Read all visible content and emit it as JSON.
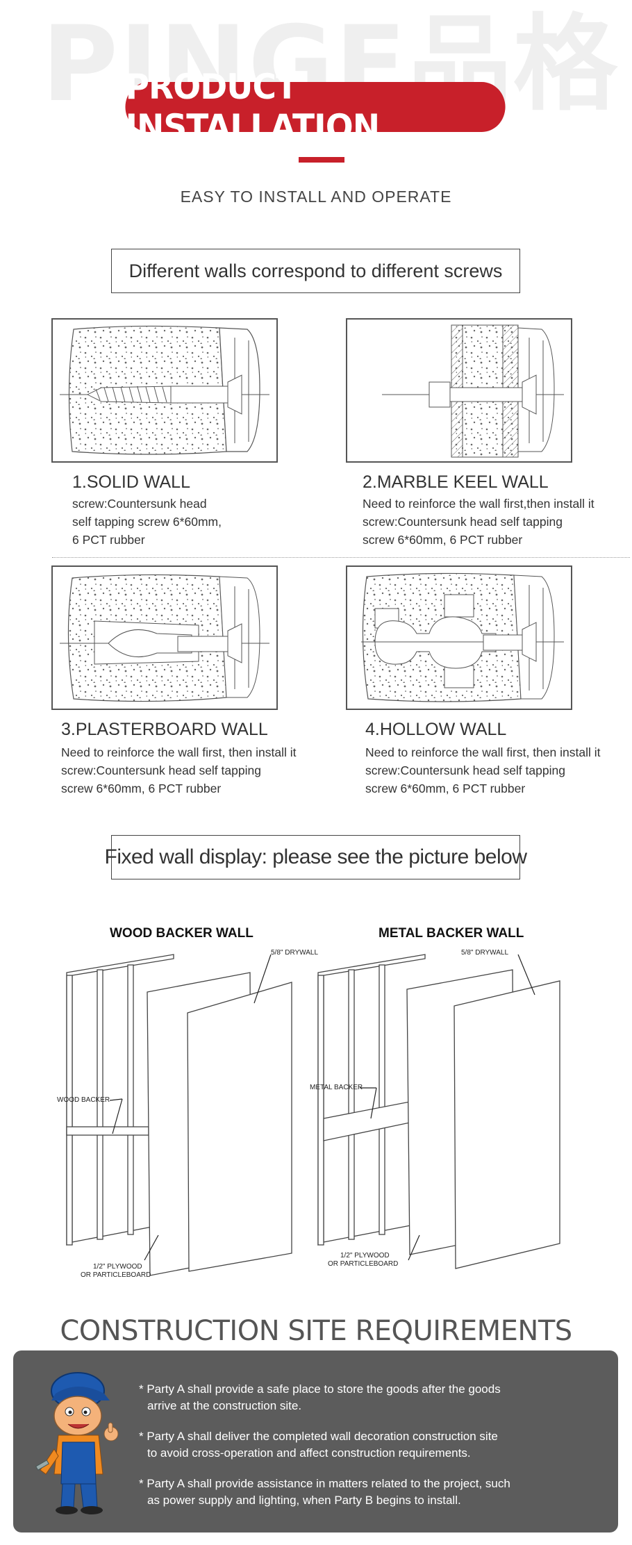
{
  "header": {
    "watermark": "PINGE品格",
    "title": "PRODUCT INSTALLATION",
    "subtitle": "EASY TO INSTALL AND OPERATE",
    "accent_color": "#c8202a"
  },
  "walls_section": {
    "heading": "Different walls correspond to different screws",
    "items": [
      {
        "title": "1.SOLID WALL",
        "lines": [
          "screw:Countersunk head",
          "self tapping screw 6*60mm,",
          "6 PCT rubber"
        ]
      },
      {
        "title": "2.MARBLE KEEL WALL",
        "lines": [
          "Need to reinforce the wall first,then install it",
          "screw:Countersunk head self tapping",
          "screw 6*60mm, 6 PCT rubber"
        ]
      },
      {
        "title": "3.PLASTERBOARD WALL",
        "lines": [
          "Need to reinforce the wall first, then install it",
          "screw:Countersunk head self tapping",
          "screw 6*60mm, 6 PCT rubber"
        ]
      },
      {
        "title": "4.HOLLOW WALL",
        "lines": [
          "Need to reinforce the wall first, then install it",
          "screw:Countersunk head self tapping",
          "screw 6*60mm, 6 PCT rubber"
        ]
      }
    ]
  },
  "fixed_section": {
    "heading": "Fixed wall display: please see the picture below",
    "diagrams": [
      {
        "title": "WOOD BACKER WALL",
        "drywall": "5/8\" DRYWALL",
        "backer": "WOOD BACKER",
        "plywood1": "1/2\" PLYWOOD",
        "plywood2": "OR PARTICLEBOARD"
      },
      {
        "title": "METAL BACKER WALL",
        "drywall": "5/8\" DRYWALL",
        "backer": "METAL BACKER",
        "plywood1": "1/2\" PLYWOOD",
        "plywood2": "OR PARTICLEBOARD"
      }
    ]
  },
  "requirements": {
    "heading": "CONSTRUCTION SITE REQUIREMENTS",
    "items": [
      {
        "l1": "* Party A shall provide a safe place to store the goods after the goods",
        "l2": "arrive at the construction site."
      },
      {
        "l1": "* Party A shall deliver the completed wall decoration construction site",
        "l2": "to avoid cross-operation and affect construction requirements."
      },
      {
        "l1": "* Party A shall provide assistance in matters related to the project, such",
        "l2": "as power supply and lighting, when Party B begins to install."
      }
    ],
    "mascot": "worker-mascot-icon"
  }
}
